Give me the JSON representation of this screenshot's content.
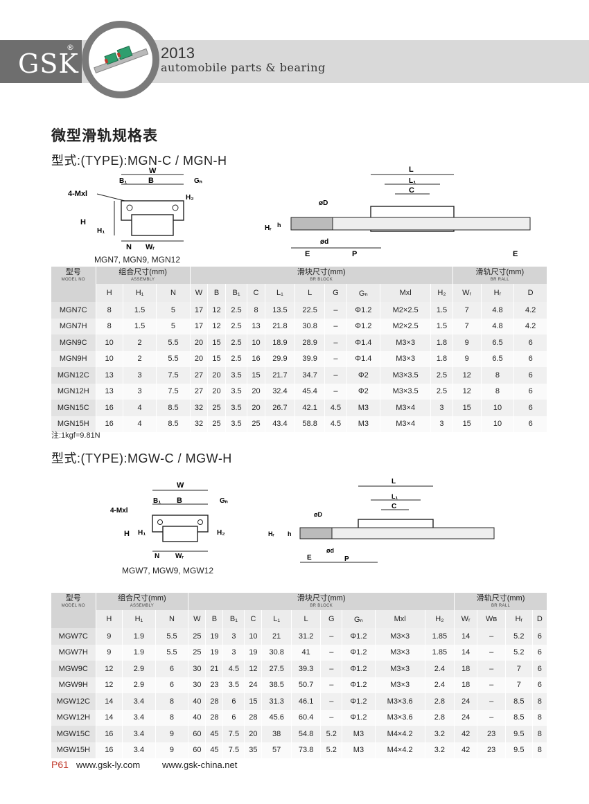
{
  "header": {
    "logo": "GSK",
    "registered": "®",
    "year": "2013",
    "tagline": "automobile parts & bearing"
  },
  "title": "微型滑轨规格表",
  "section1": {
    "type_label": "型式:(TYPE):MGN-C / MGN-H",
    "figure_caption": "MGN7, MGN9, MGN12",
    "diagram_labels": {
      "W": "W",
      "B": "B",
      "B1": "B₁",
      "GN": "Gₙ",
      "mxl": "4-Mxl",
      "H2": "H₂",
      "H": "H",
      "H1": "H₁",
      "N": "N",
      "WR": "Wᵣ",
      "L": "L",
      "L1": "L₁",
      "C": "C",
      "phiD": "øD",
      "phid": "ød",
      "h": "h",
      "HR": "Hᵣ",
      "E": "E",
      "P": "P"
    },
    "groups": {
      "model_cn": "型号",
      "model_en": "MODEL NO",
      "assembly_cn": "组合尺寸(mm)",
      "assembly_en": "ASSEMBLY",
      "block_cn": "滑块尺寸(mm)",
      "block_en": "BR BLOCK",
      "rail_cn": "滑轨尺寸(mm)",
      "rail_en": "BR RALL"
    },
    "columns": [
      "H",
      "H₁",
      "N",
      "W",
      "B",
      "B₁",
      "C",
      "L₁",
      "L",
      "G",
      "Gₙ",
      "Mxl",
      "H₂",
      "Wᵣ",
      "Hᵣ",
      "D"
    ],
    "rows": [
      [
        "MGN7C",
        "8",
        "1.5",
        "5",
        "17",
        "12",
        "2.5",
        "8",
        "13.5",
        "22.5",
        "–",
        "Φ1.2",
        "M2×2.5",
        "1.5",
        "7",
        "4.8",
        "4.2"
      ],
      [
        "MGN7H",
        "8",
        "1.5",
        "5",
        "17",
        "12",
        "2.5",
        "13",
        "21.8",
        "30.8",
        "–",
        "Φ1.2",
        "M2×2.5",
        "1.5",
        "7",
        "4.8",
        "4.2"
      ],
      [
        "MGN9C",
        "10",
        "2",
        "5.5",
        "20",
        "15",
        "2.5",
        "10",
        "18.9",
        "28.9",
        "–",
        "Φ1.4",
        "M3×3",
        "1.8",
        "9",
        "6.5",
        "6"
      ],
      [
        "MGN9H",
        "10",
        "2",
        "5.5",
        "20",
        "15",
        "2.5",
        "16",
        "29.9",
        "39.9",
        "–",
        "Φ1.4",
        "M3×3",
        "1.8",
        "9",
        "6.5",
        "6"
      ],
      [
        "MGN12C",
        "13",
        "3",
        "7.5",
        "27",
        "20",
        "3.5",
        "15",
        "21.7",
        "34.7",
        "–",
        "Φ2",
        "M3×3.5",
        "2.5",
        "12",
        "8",
        "6"
      ],
      [
        "MGN12H",
        "13",
        "3",
        "7.5",
        "27",
        "20",
        "3.5",
        "20",
        "32.4",
        "45.4",
        "–",
        "Φ2",
        "M3×3.5",
        "2.5",
        "12",
        "8",
        "6"
      ],
      [
        "MGN15C",
        "16",
        "4",
        "8.5",
        "32",
        "25",
        "3.5",
        "20",
        "26.7",
        "42.1",
        "4.5",
        "M3",
        "M3×4",
        "3",
        "15",
        "10",
        "6"
      ],
      [
        "MGN15H",
        "16",
        "4",
        "8.5",
        "32",
        "25",
        "3.5",
        "25",
        "43.4",
        "58.8",
        "4.5",
        "M3",
        "M3×4",
        "3",
        "15",
        "10",
        "6"
      ]
    ],
    "note": "注:1kgf=9.81N"
  },
  "section2": {
    "type_label": "型式:(TYPE):MGW-C / MGW-H",
    "figure_caption": "MGW7, MGW9, MGW12",
    "diagram_labels": {
      "W": "W",
      "B": "B",
      "B1": "B₁",
      "GN": "Gₙ",
      "mxl": "4-Mxl",
      "H": "H",
      "H1": "H₁",
      "H2": "H₂",
      "N": "N",
      "WR": "Wᵣ",
      "L": "L",
      "L1": "L₁",
      "C": "C",
      "phiD": "øD",
      "phid": "ød",
      "h": "h",
      "HR": "Hᵣ",
      "E": "E",
      "P": "P"
    },
    "groups": {
      "model_cn": "型号",
      "model_en": "MODEL NO",
      "assembly_cn": "组合尺寸(mm)",
      "assembly_en": "ASSEMBLY",
      "block_cn": "滑块尺寸(mm)",
      "block_en": "BR BLOCK",
      "rail_cn": "滑轨尺寸(mm)",
      "rail_en": "BR RALL"
    },
    "columns": [
      "H",
      "H₁",
      "N",
      "W",
      "B",
      "B₁",
      "C",
      "L₁",
      "L",
      "G",
      "Gₙ",
      "Mxl",
      "H₂",
      "Wᵣ",
      "Wʙ",
      "Hᵣ",
      "D"
    ],
    "rows": [
      [
        "MGW7C",
        "9",
        "1.9",
        "5.5",
        "25",
        "19",
        "3",
        "10",
        "21",
        "31.2",
        "–",
        "Φ1.2",
        "M3×3",
        "1.85",
        "14",
        "–",
        "5.2",
        "6"
      ],
      [
        "MGW7H",
        "9",
        "1.9",
        "5.5",
        "25",
        "19",
        "3",
        "19",
        "30.8",
        "41",
        "–",
        "Φ1.2",
        "M3×3",
        "1.85",
        "14",
        "–",
        "5.2",
        "6"
      ],
      [
        "MGW9C",
        "12",
        "2.9",
        "6",
        "30",
        "21",
        "4.5",
        "12",
        "27.5",
        "39.3",
        "–",
        "Φ1.2",
        "M3×3",
        "2.4",
        "18",
        "–",
        "7",
        "6"
      ],
      [
        "MGW9H",
        "12",
        "2.9",
        "6",
        "30",
        "23",
        "3.5",
        "24",
        "38.5",
        "50.7",
        "–",
        "Φ1.2",
        "M3×3",
        "2.4",
        "18",
        "–",
        "7",
        "6"
      ],
      [
        "MGW12C",
        "14",
        "3.4",
        "8",
        "40",
        "28",
        "6",
        "15",
        "31.3",
        "46.1",
        "–",
        "Φ1.2",
        "M3×3.6",
        "2.8",
        "24",
        "–",
        "8.5",
        "8"
      ],
      [
        "MGW12H",
        "14",
        "3.4",
        "8",
        "40",
        "28",
        "6",
        "28",
        "45.6",
        "60.4",
        "–",
        "Φ1.2",
        "M3×3.6",
        "2.8",
        "24",
        "–",
        "8.5",
        "8"
      ],
      [
        "MGW15C",
        "16",
        "3.4",
        "9",
        "60",
        "45",
        "7.5",
        "20",
        "38",
        "54.8",
        "5.2",
        "M3",
        "M4×4.2",
        "3.2",
        "42",
        "23",
        "9.5",
        "8"
      ],
      [
        "MGW15H",
        "16",
        "3.4",
        "9",
        "60",
        "45",
        "7.5",
        "35",
        "57",
        "73.8",
        "5.2",
        "M3",
        "M4×4.2",
        "3.2",
        "42",
        "23",
        "9.5",
        "8"
      ]
    ]
  },
  "footer": {
    "page": "P61",
    "url1": "www.gsk-ly.com",
    "url2": "www.gsk-china.net"
  },
  "colors": {
    "header_band": "#d9d9d9",
    "logo_box": "#6e6e6e",
    "table_group": "#d4d4d4",
    "table_sub": "#ececec",
    "page_number": "#c0392b"
  }
}
